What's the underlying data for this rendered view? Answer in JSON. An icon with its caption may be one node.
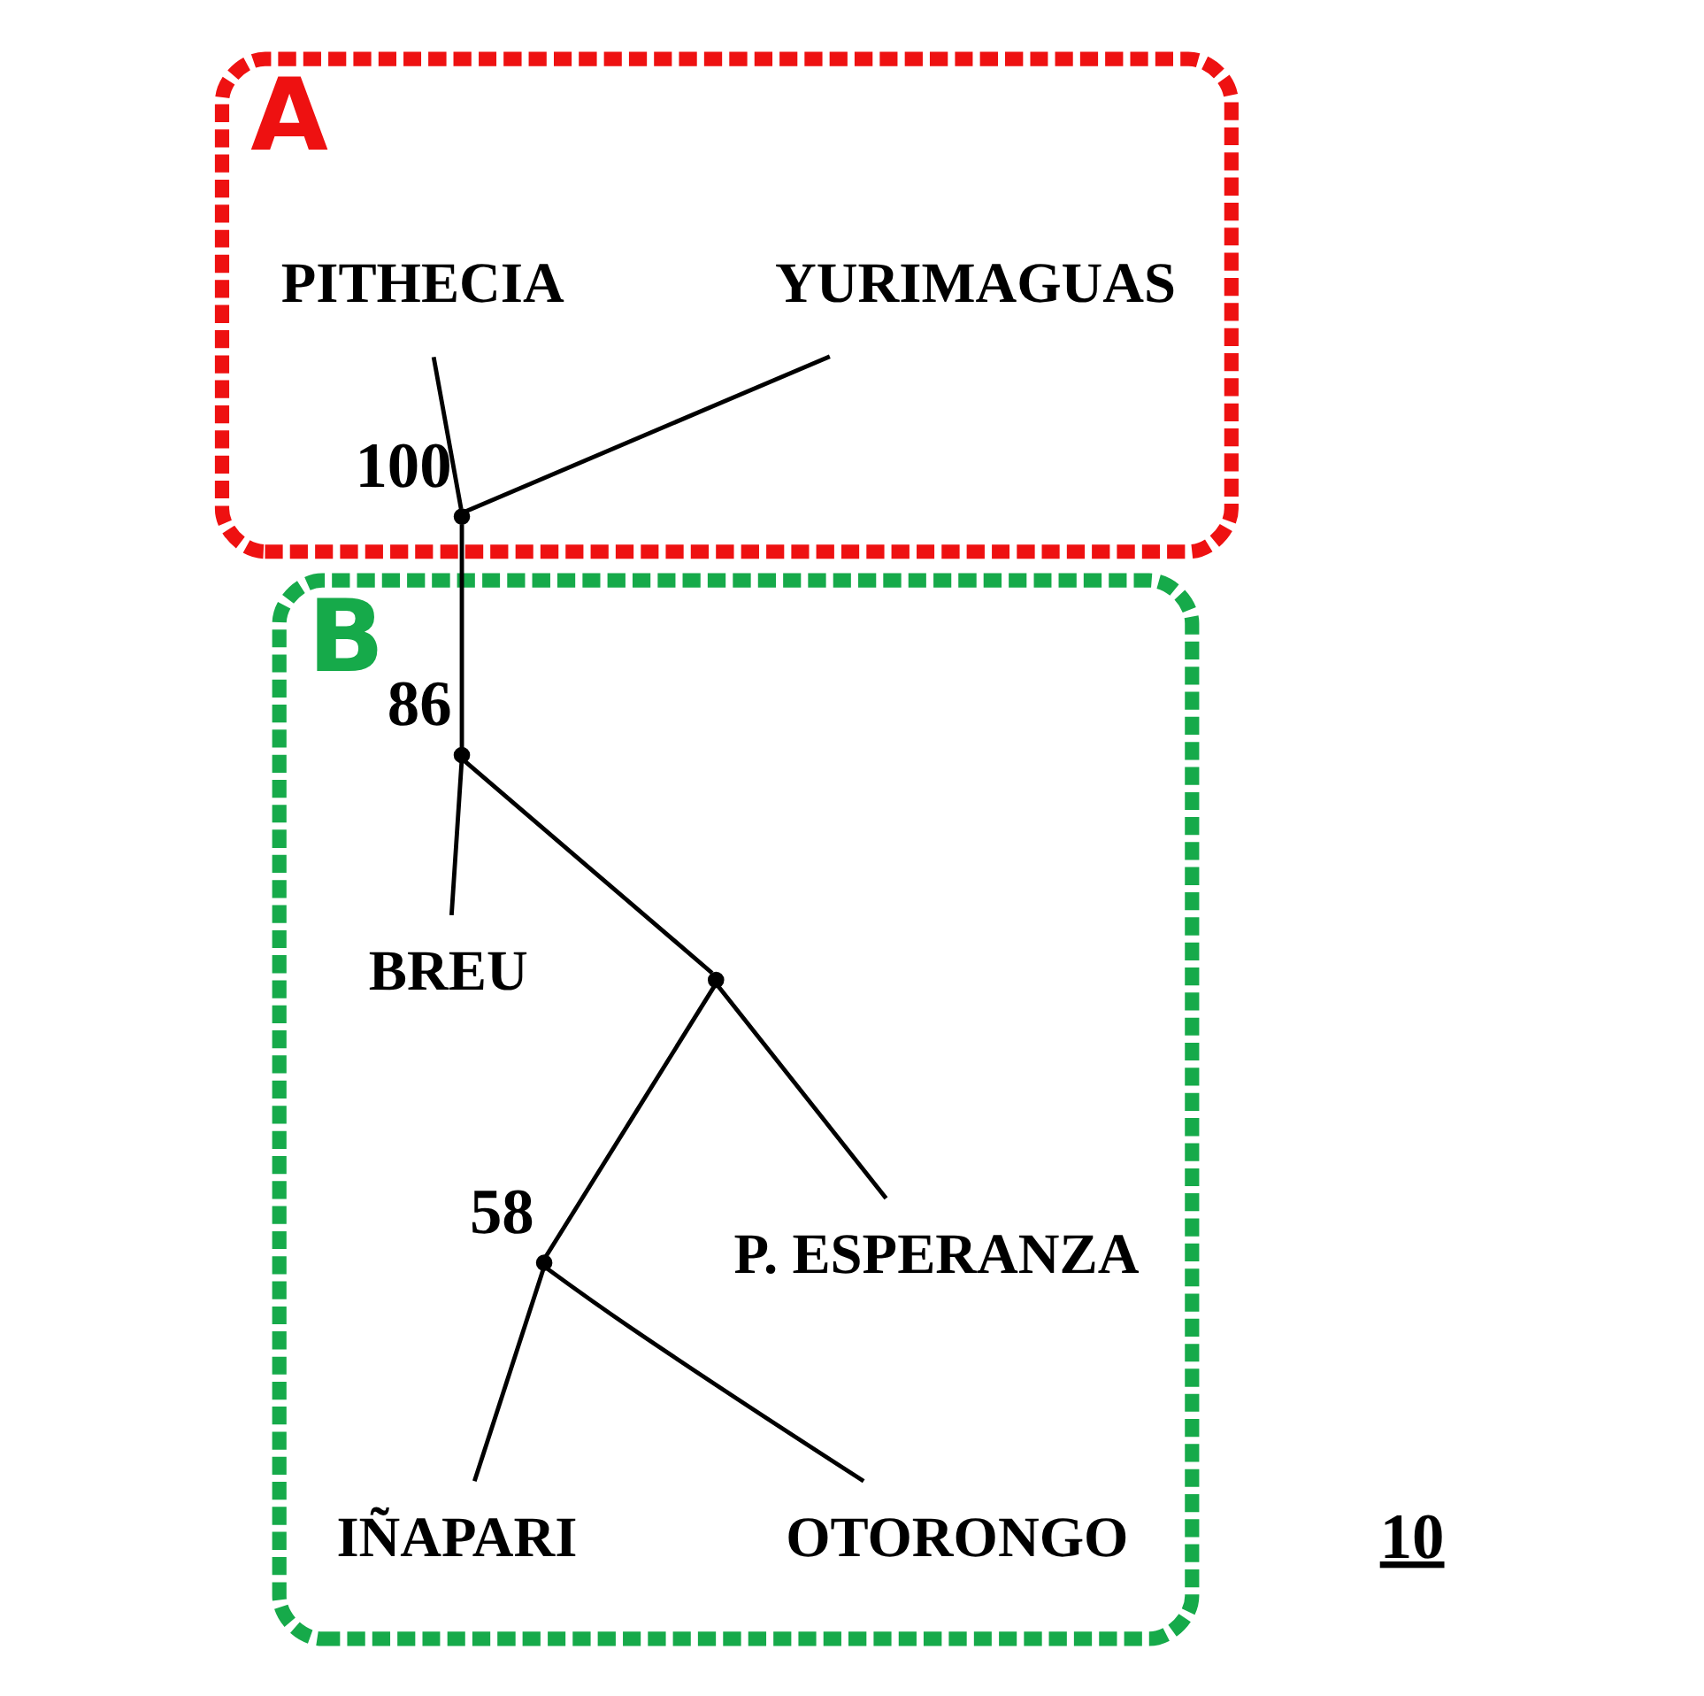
{
  "diagram": {
    "nodes": [
      {
        "text": [
          "A"
        ]
      },
      {
        "text": [
          "YURIMAGUAS"
        ],
        "in": 0
      },
      {
        "text": [
          "PITHECIA"
        ],
        "in": 0
      },
      {
        "text": [],
        "shape": "point",
        "beside": [
          "100"
        ],
        "in": 0
      },
      {
        "text": [
          "B"
        ]
      },
      {
        "text": [
          "BREU"
        ],
        "in": 4
      },
      {
        "text": [],
        "shape": "point",
        "beside": [
          "86"
        ],
        "in": 4
      },
      {
        "text": [],
        "shape": "point",
        "in": 4
      },
      {
        "text": [],
        "shape": "point",
        "beside": [
          "58"
        ],
        "in": 4
      },
      {
        "text": [
          "IÑAPARI"
        ],
        "in": 4
      },
      {
        "text": [
          "OTORONGO"
        ],
        "in": 4
      },
      {
        "text": [
          "P. ESPERANZA"
        ],
        "in": 4
      }
    ],
    "edges": [
      {
        "from": 1,
        "to": 3,
        "arrow": "none"
      },
      {
        "from": 2,
        "to": 3,
        "arrow": "none"
      },
      {
        "from": 3,
        "to": 6,
        "arrow": "none"
      },
      {
        "from": 6,
        "to": 5,
        "arrow": "none"
      },
      {
        "from": 6,
        "to": 7,
        "arrow": "none"
      },
      {
        "from": 7,
        "to": 11,
        "arrow": "none"
      },
      {
        "from": 7,
        "to": 8,
        "arrow": "none"
      },
      {
        "from": 8,
        "to": 9,
        "arrow": "none"
      },
      {
        "from": 8,
        "to": 10,
        "arrow": "none"
      }
    ],
    "labels": [
      "10"
    ]
  }
}
